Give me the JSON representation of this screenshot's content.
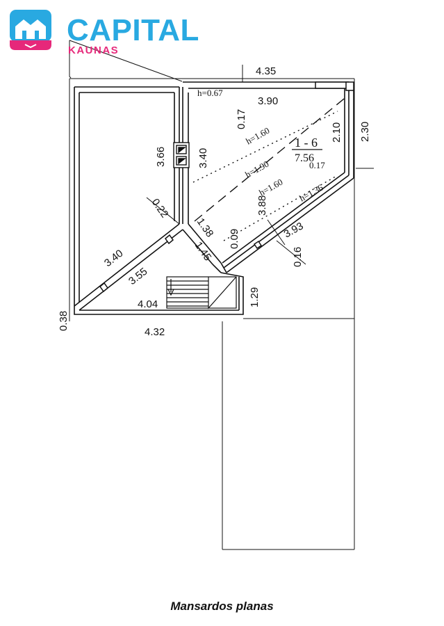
{
  "brand": {
    "name": "CAPITAL",
    "city": "KAUNAS",
    "primary_color": "#29a9e1",
    "accent_color": "#e6287a",
    "icon": "house-logo-icon"
  },
  "plan": {
    "room_id": "1 - 6",
    "room_area": "7.56",
    "dimensions": {
      "top_width": "4.35",
      "inner_top": "3.90",
      "height_067": "h=0.67",
      "h_160_top": "h=1.60",
      "h_190": "h=1.90",
      "h_160_bottom": "h=1.60",
      "h_136": "h=1.36",
      "d017_top": "0.17",
      "d017_right": "0.17",
      "d340_inner": "3.40",
      "d366": "3.66",
      "d210": "2.10",
      "d230": "2.30",
      "d022": "0.22",
      "d138": "1.38",
      "d009": "0.09",
      "d388": "3.88",
      "d393": "3.93",
      "d145": "1.45",
      "d016": "0.16",
      "d340_diag": "3.40",
      "d355": "3.55",
      "d404": "4.04",
      "d129": "1.29",
      "d038": "0.38",
      "d432": "4.32"
    }
  },
  "caption": "Mansardos planas"
}
